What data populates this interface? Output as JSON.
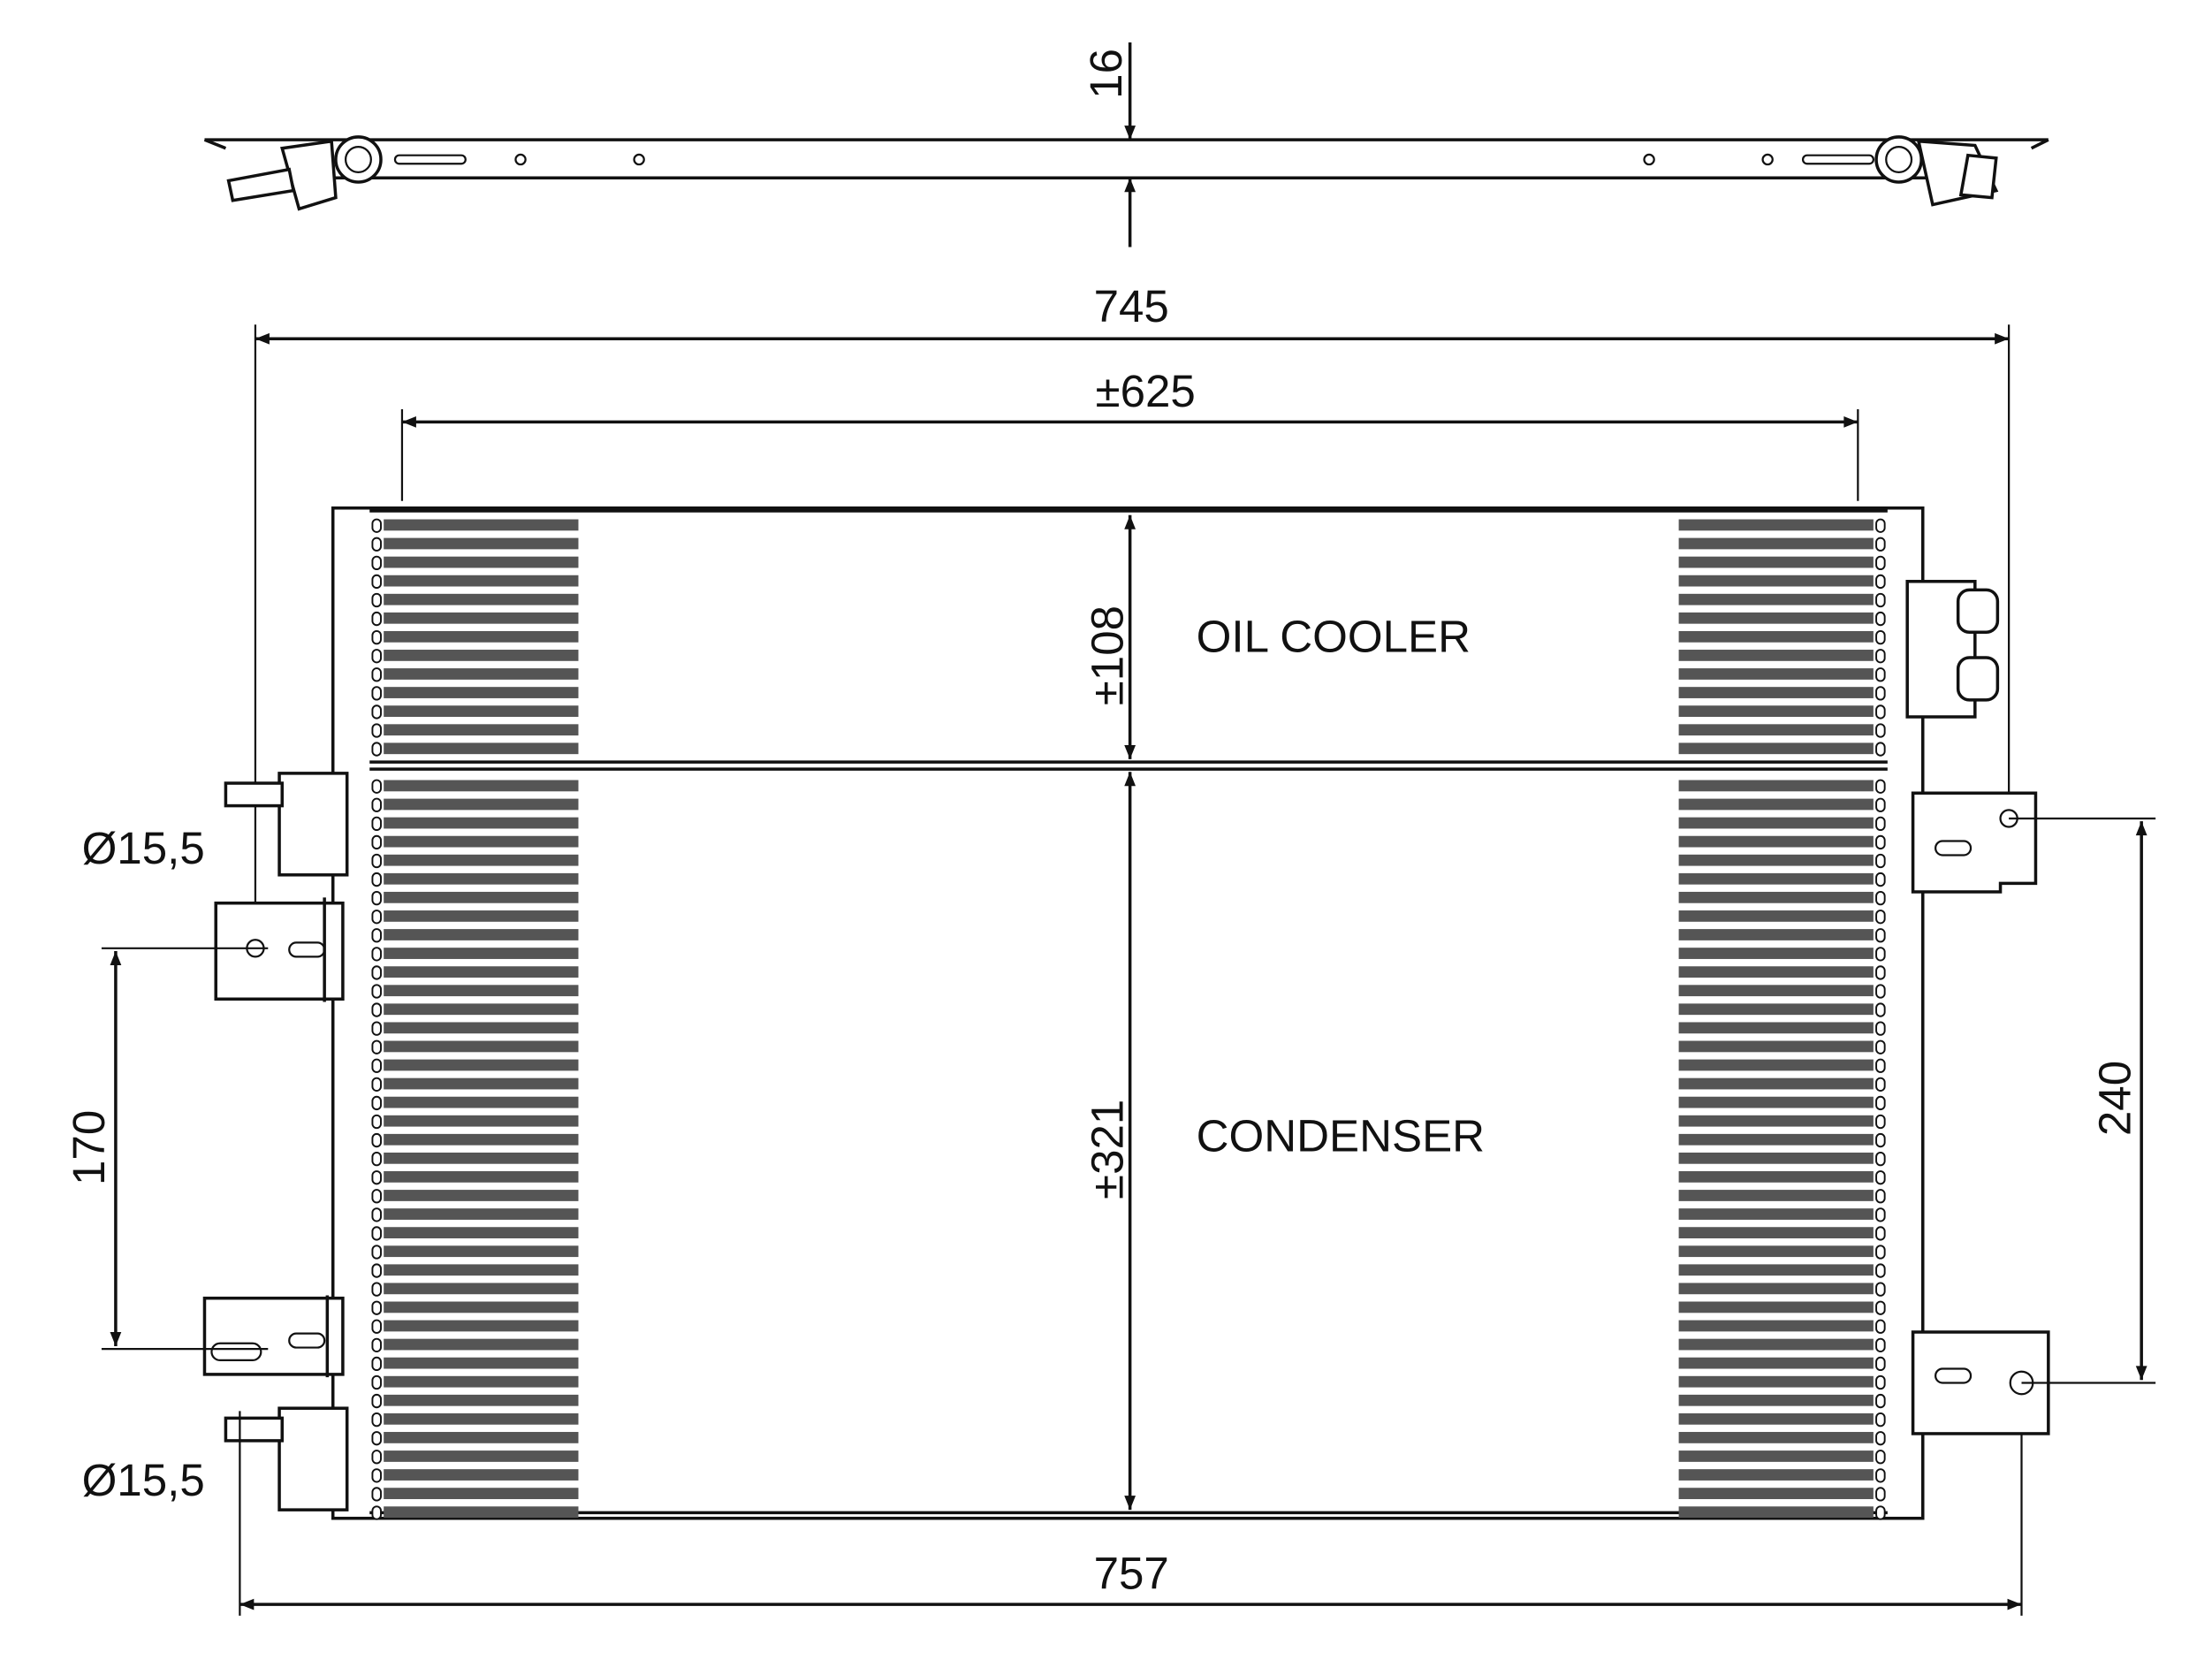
{
  "drawing": {
    "dimensions": {
      "thickness": "16",
      "overall_width": "745",
      "core_width": "±625",
      "oil_cooler_height": "±108",
      "condenser_height": "±321",
      "total_width": "757",
      "left_bracket_spacing": "170",
      "right_bracket_spacing": "240",
      "pipe_diameter_top": "Ø15,5",
      "pipe_diameter_bottom": "Ø15,5"
    },
    "labels": {
      "oil_cooler": "OIL COOLER",
      "condenser": "CONDENSER"
    }
  }
}
